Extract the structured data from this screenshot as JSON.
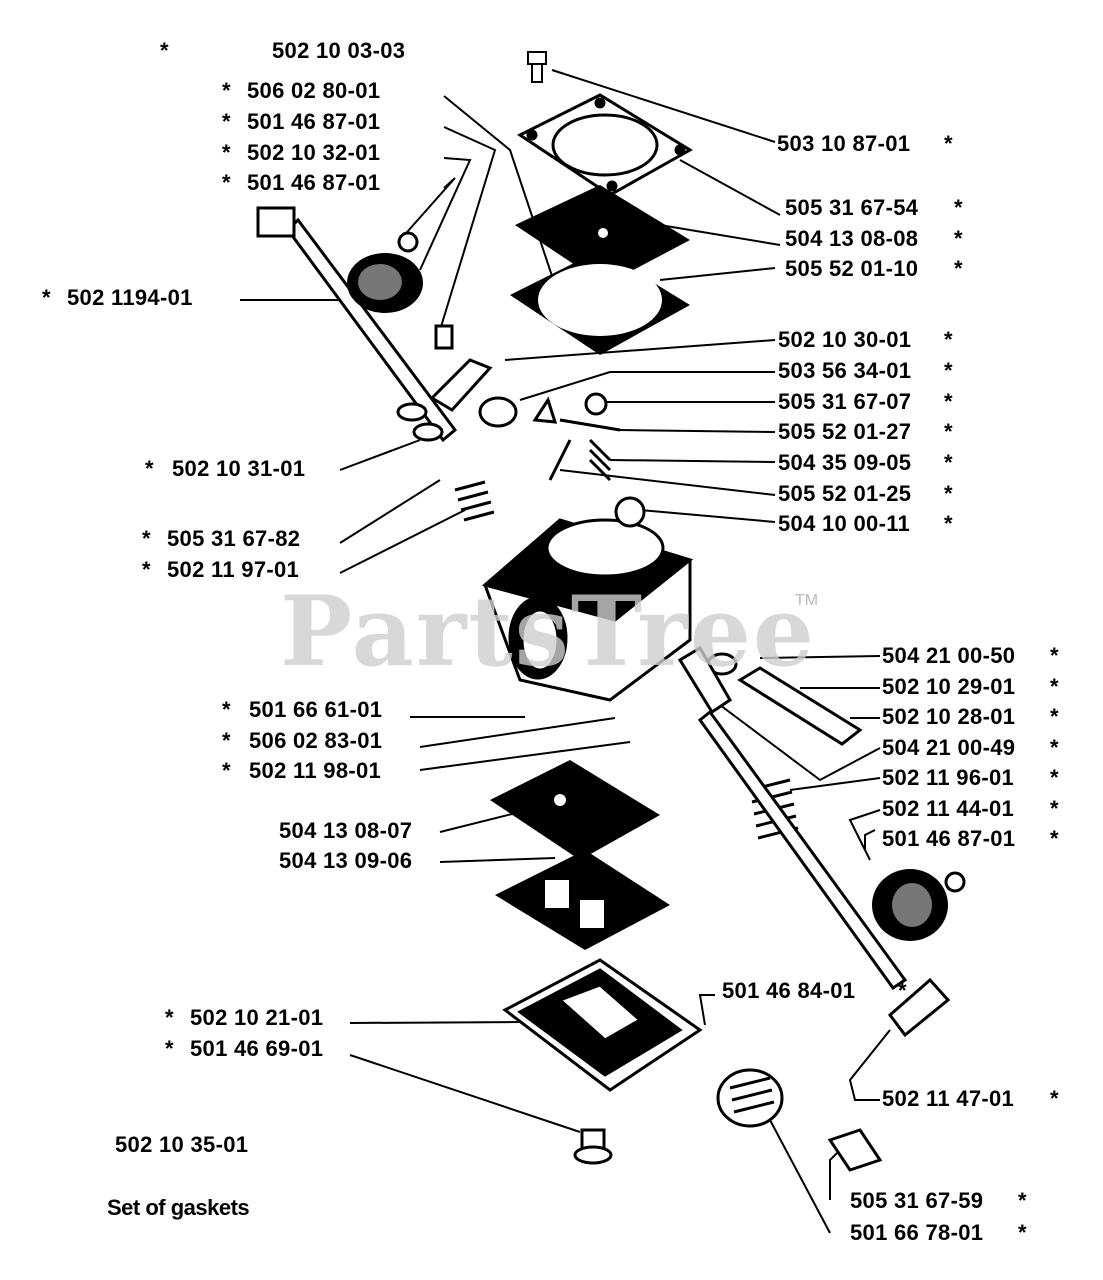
{
  "watermark": {
    "text": "PartsTree",
    "trademark": "TM"
  },
  "star": "*",
  "left_labels": [
    {
      "num": "502 10 03-03",
      "star_before": true
    },
    {
      "num": "506 02 80-01",
      "star_before": true
    },
    {
      "num": "501 46 87-01",
      "star_before": true
    },
    {
      "num": "502 10 32-01",
      "star_before": true
    },
    {
      "num": "501 46 87-01",
      "star_before": true
    },
    {
      "num": "502 1194-01",
      "star_before": true
    },
    {
      "num": "502 10 31-01",
      "star_before": true
    },
    {
      "num": "505 31 67-82",
      "star_before": true
    },
    {
      "num": "502 11 97-01",
      "star_before": true
    },
    {
      "num": "501 66 61-01",
      "star_before": true
    },
    {
      "num": "506 02 83-01",
      "star_before": true
    },
    {
      "num": "502 11 98-01",
      "star_before": true
    },
    {
      "num": "504 13 08-07",
      "star_before": false
    },
    {
      "num": "504 13 09-06",
      "star_before": false
    },
    {
      "num": "502 10 21-01",
      "star_before": true
    },
    {
      "num": "501 46 69-01",
      "star_before": true
    },
    {
      "num": "502 10 35-01",
      "star_before": false
    }
  ],
  "right_labels": [
    {
      "num": "503 10 87-01",
      "star_after": true
    },
    {
      "num": "505 31 67-54",
      "star_after": true
    },
    {
      "num": "504 13 08-08",
      "star_after": true
    },
    {
      "num": "505 52 01-10",
      "star_after": true
    },
    {
      "num": "502 10 30-01",
      "star_after": true
    },
    {
      "num": "503 56 34-01",
      "star_after": true
    },
    {
      "num": "505 31 67-07",
      "star_after": true
    },
    {
      "num": "505 52 01-27",
      "star_after": true
    },
    {
      "num": "504 35 09-05",
      "star_after": true
    },
    {
      "num": "505 52 01-25",
      "star_after": true
    },
    {
      "num": "504 10 00-11",
      "star_after": true
    },
    {
      "num": "504 21 00-50",
      "star_after": true
    },
    {
      "num": "502 10 29-01",
      "star_after": true
    },
    {
      "num": "502 10 28-01",
      "star_after": true
    },
    {
      "num": "504 21 00-49",
      "star_after": true
    },
    {
      "num": "502 11 96-01",
      "star_after": true
    },
    {
      "num": "502 11 44-01",
      "star_after": true
    },
    {
      "num": "501 46 87-01",
      "star_after": true
    },
    {
      "num": "501 46 84-01",
      "star_after": true
    },
    {
      "num": "502 11 47-01",
      "star_after": true
    },
    {
      "num": "505 31 67-59",
      "star_after": true
    },
    {
      "num": "501 66 78-01",
      "star_after": true
    }
  ],
  "footer": {
    "set_of_gaskets": "Set of gaskets"
  }
}
